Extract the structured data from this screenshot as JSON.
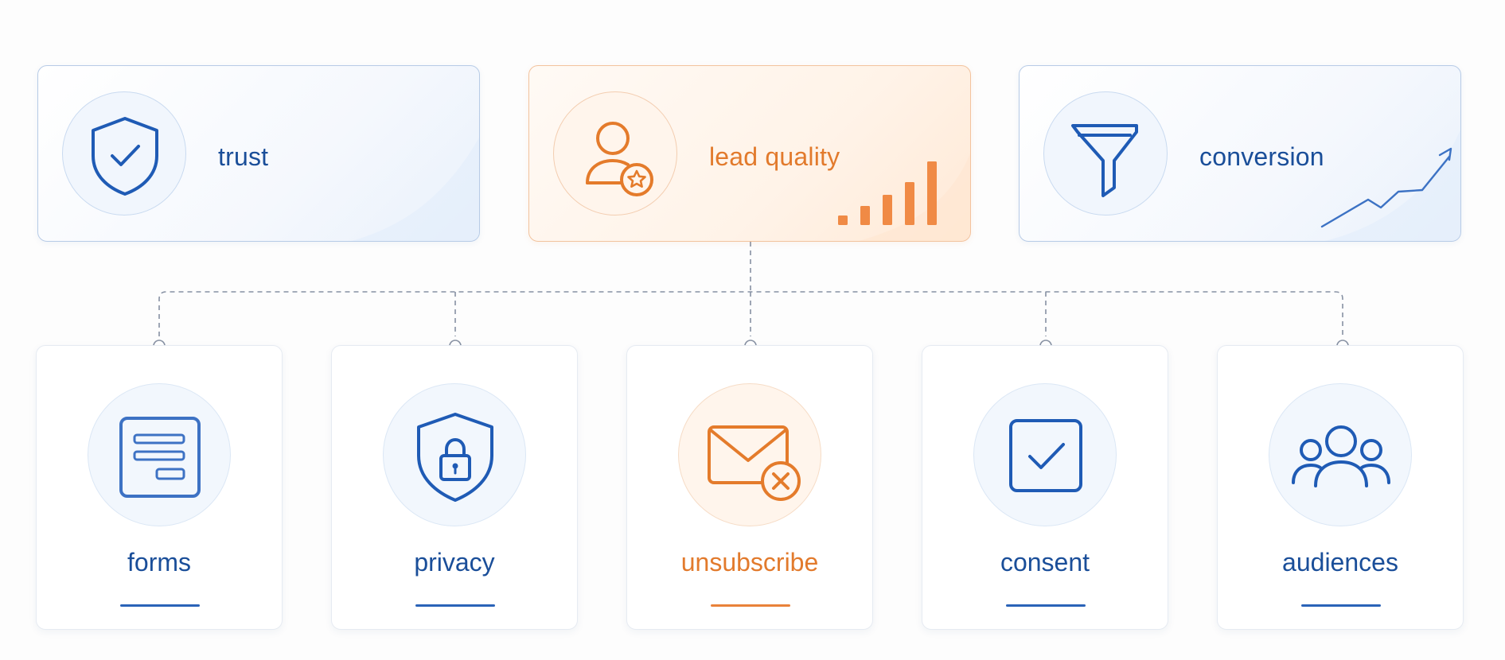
{
  "colors": {
    "blue": "#1a4e99",
    "orange": "#e27a2c",
    "connector": "#8791a3"
  },
  "top": [
    {
      "key": "trust",
      "label": "trust",
      "icon": "shield-check-icon",
      "accent": "blue"
    },
    {
      "key": "lead_quality",
      "label": "lead quality",
      "icon": "user-star-icon",
      "accent": "orange"
    },
    {
      "key": "conversion",
      "label": "conversion",
      "icon": "funnel-icon",
      "accent": "blue"
    }
  ],
  "bottom": [
    {
      "key": "forms",
      "label": "forms",
      "icon": "form-icon",
      "accent": "blue"
    },
    {
      "key": "privacy",
      "label": "privacy",
      "icon": "shield-lock-icon",
      "accent": "blue"
    },
    {
      "key": "unsubscribe",
      "label": "unsubscribe",
      "icon": "mail-x-icon",
      "accent": "orange"
    },
    {
      "key": "consent",
      "label": "consent",
      "icon": "checkbox-icon",
      "accent": "blue"
    },
    {
      "key": "audiences",
      "label": "audiences",
      "icon": "users-icon",
      "accent": "blue"
    }
  ]
}
